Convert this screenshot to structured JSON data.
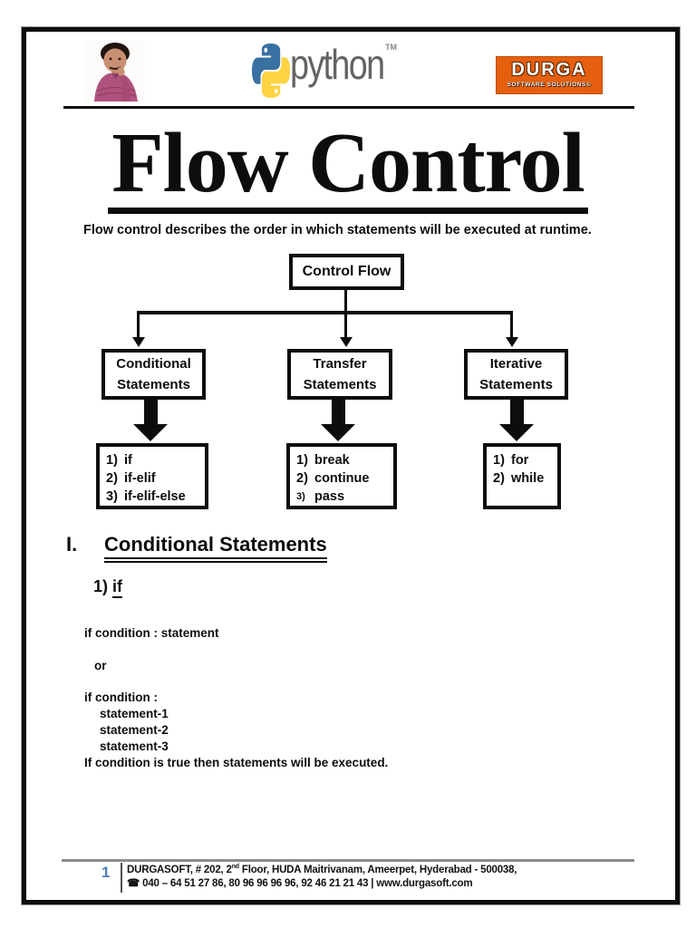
{
  "header": {
    "python_logo_text": "python",
    "python_tm": "TM",
    "durga_title": "DURGA",
    "durga_subtitle": "SOFTWARE SOLUTIONS©"
  },
  "title": "Flow Control",
  "intro": "Flow control describes the order in which statements will be executed at runtime.",
  "flowchart": {
    "root": "Control Flow",
    "branches": [
      {
        "line1": "Conditional",
        "line2": "Statements",
        "items": [
          {
            "n": "1)",
            "t": "if"
          },
          {
            "n": "2)",
            "t": "if-elif"
          },
          {
            "n": "3)",
            "t": "if-elif-else"
          }
        ]
      },
      {
        "line1": "Transfer",
        "line2": "Statements",
        "items": [
          {
            "n": "1)",
            "t": "break"
          },
          {
            "n": "2)",
            "t": "continue"
          },
          {
            "n": "3)",
            "t": "pass"
          }
        ]
      },
      {
        "line1": "Iterative",
        "line2": "Statements",
        "items": [
          {
            "n": "1)",
            "t": "for"
          },
          {
            "n": "2)",
            "t": "while"
          }
        ]
      }
    ]
  },
  "section": {
    "numeral": "I.",
    "heading": "Conditional Statements",
    "sub_number": "1)",
    "sub_keyword": "if",
    "lines": [
      "if condition : statement",
      "or",
      "if condition :",
      "statement-1",
      "statement-2",
      "statement-3",
      "If condition is true then statements will be executed."
    ]
  },
  "footer": {
    "page_number": "1",
    "line1_prefix": "DURGASOFT, # 202, 2",
    "line1_sup": "nd",
    "line1_suffix": " Floor, HUDA Maitrivanam, Ameerpet, Hyderabad - 500038,",
    "phone_icon": "☎",
    "line2": " 040 – 64 51 27 86, 80 96 96 96 96, 92 46 21 21 43 | www.durgasoft.com"
  },
  "colors": {
    "accent_orange": "#e55f0e",
    "page_number_blue": "#4a7ebc",
    "python_blue": "#3871a1",
    "python_yellow": "#ffd342",
    "python_text_gray": "#636363"
  }
}
